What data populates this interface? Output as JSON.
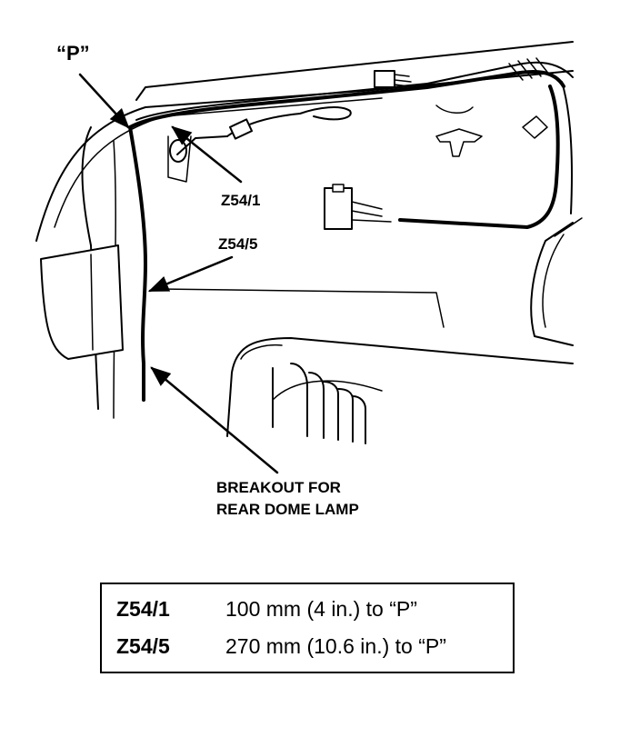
{
  "labels": {
    "point_p": "“P”",
    "z54_1": "Z54/1",
    "z54_5": "Z54/5",
    "breakout_line1": "BREAKOUT FOR",
    "breakout_line2": "REAR DOME LAMP"
  },
  "legend": {
    "rows": [
      {
        "code": "Z54/1",
        "value": "100 mm (4 in.) to “P”"
      },
      {
        "code": "Z54/5",
        "value": "270 mm (10.6 in.) to “P”"
      }
    ]
  },
  "colors": {
    "line": "#000000",
    "background": "#ffffff"
  }
}
